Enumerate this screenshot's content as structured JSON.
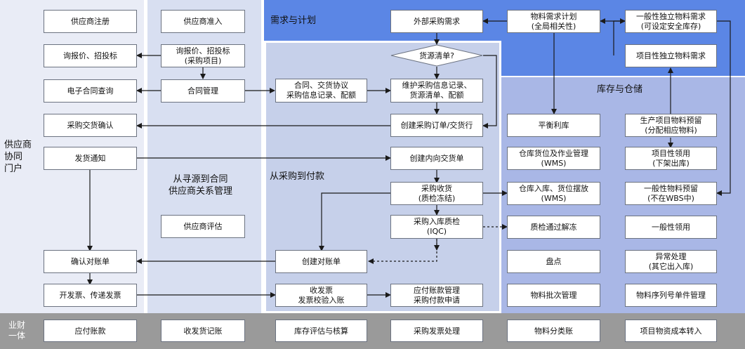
{
  "colors": {
    "portal_bg": "#e9ecf6",
    "sourcing_bg": "#d8dff1",
    "procure_bg": "#c6d0ea",
    "plan_bg": "#5b86e5",
    "warehouse_bg": "#a9b7e6",
    "bottom_bg": "#9a9a9a",
    "box_fill": "#ffffff",
    "box_border": "#6b7280",
    "arrow": "#1a1a1a"
  },
  "lanes": {
    "portal": "供应商\n协同\n门户",
    "sourcing": "从寻源到合同\n供应商关系管理",
    "procure": "从采购到付款",
    "plan": "需求与计划",
    "warehouse": "库存与仓储",
    "bottom": "业财\n一体"
  },
  "portal": {
    "register": "供应商注册",
    "rfq": "询报价、招投标",
    "contract_query": "电子合同查询",
    "confirm_delivery": "采购交货确认",
    "ship_notice": "发货通知",
    "confirm_statement": "确认对账单",
    "invoice": "开发票、传递发票"
  },
  "sourcing": {
    "admission": "供应商准入",
    "rfq_project": "询报价、招投标\n(采购项目)",
    "contract_mgmt": "合同管理",
    "evaluation": "供应商评估"
  },
  "procure": {
    "agreement": "合同、交货协议\n采购信息记录、配额",
    "external_demand": "外部采购需求",
    "source_list": "货源清单?",
    "maintain": "维护采购信息记录、\n货源清单、配额",
    "create_po": "创建采购订单/交货行",
    "inbound_delivery": "创建内向交货单",
    "goods_receipt": "采购收货\n(质检冻结)",
    "iqc": "采购入库质检\n(IQC)",
    "create_statement": "创建对账单",
    "receive_invoice": "收发票\n发票校验入账",
    "ap_mgmt": "应付账款管理\n采购付款申请"
  },
  "plan": {
    "mrp": "物料需求计划\n(全局相关性)",
    "general_demand": "一般性独立物料需求\n(可设定安全库存)",
    "project_demand": "项目性独立物料需求"
  },
  "warehouse": {
    "balance": "平衡利库",
    "wms_ops": "仓库货位及作业管理\n(WMS)",
    "putaway": "仓库入库、货位摆放\n(WMS)",
    "qc_release": "质检通过解冻",
    "inventory_count": "盘点",
    "batch_mgmt": "物料批次管理",
    "project_reserve": "生产项目物料预留\n(分配相应物料)",
    "project_issue": "项目性领用\n(下架出库)",
    "general_reserve": "一般性物料预留\n(不在WBS中)",
    "general_issue": "一般性领用",
    "exception": "异常处理\n(其它出入库)",
    "serial_mgmt": "物料序列号单件管理"
  },
  "bottom": {
    "ap": "应付账款",
    "gr_ledger": "收发货记账",
    "inventory_valuation": "库存评估与核算",
    "invoice_processing": "采购发票处理",
    "material_ledger": "物料分类账",
    "project_cost": "项目物资成本转入"
  }
}
